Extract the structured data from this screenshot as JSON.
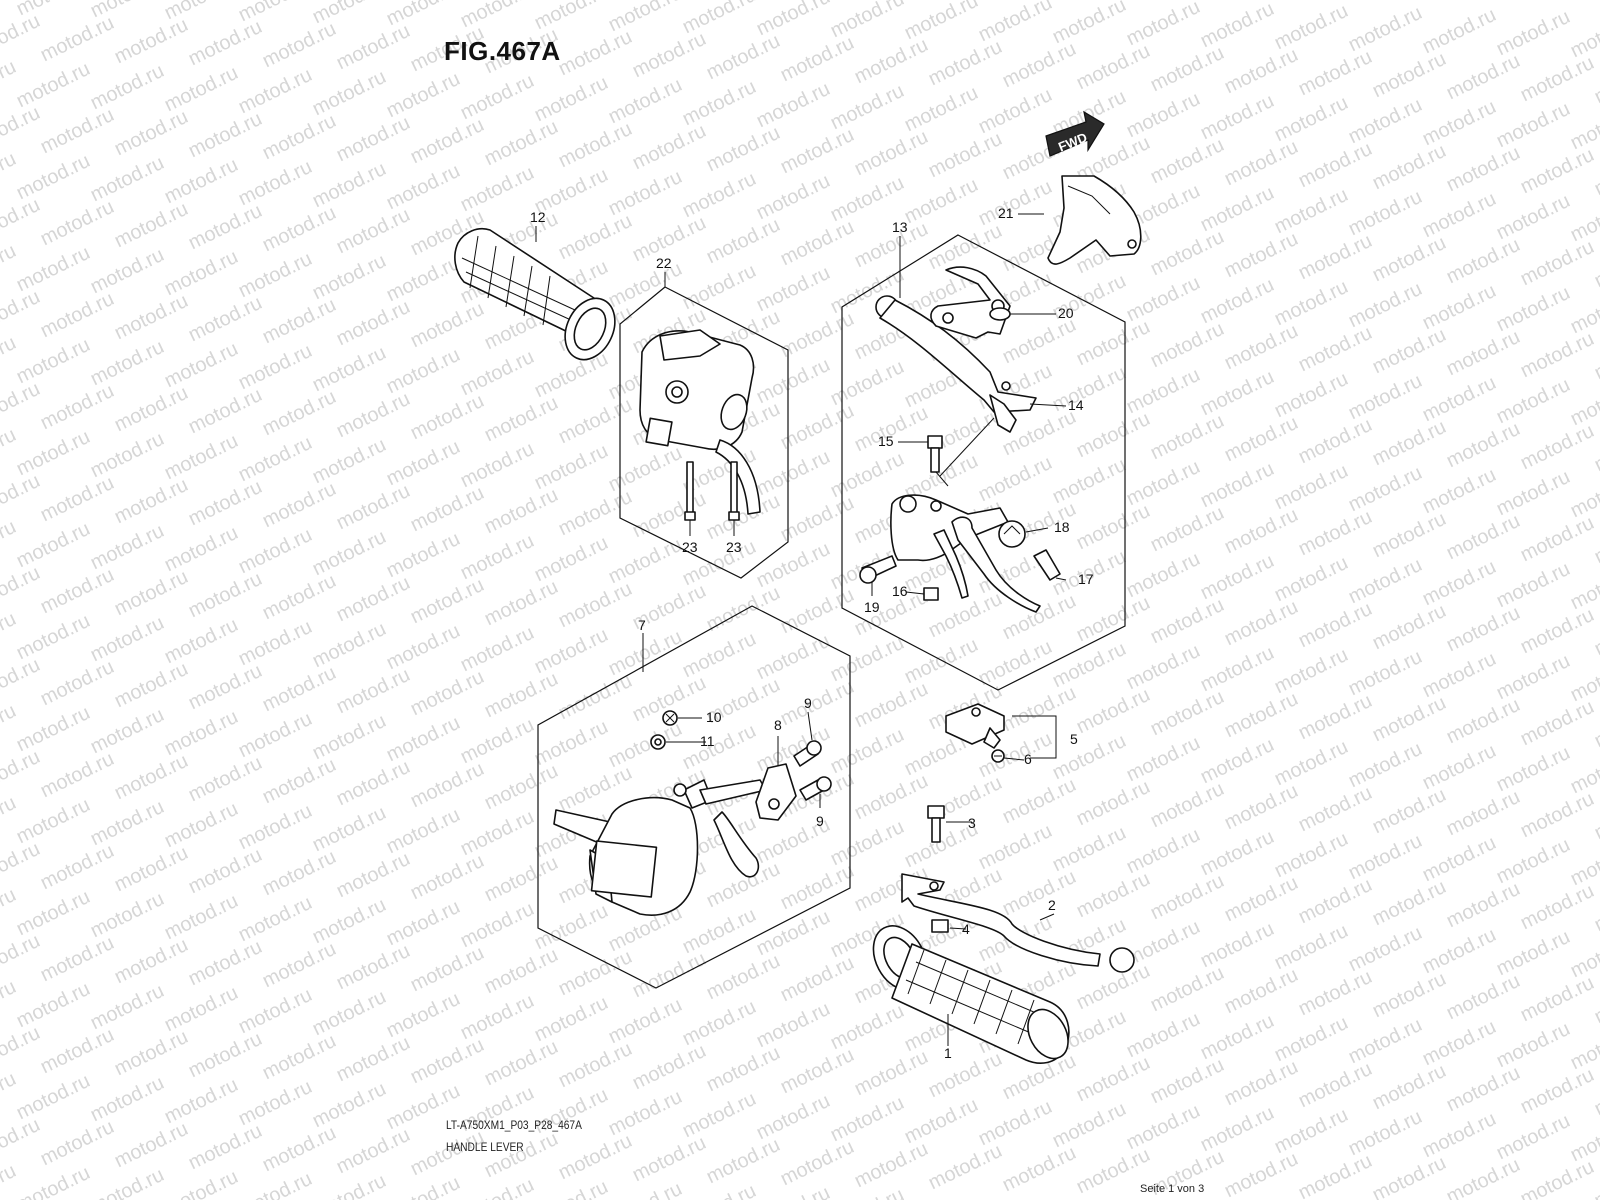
{
  "figure": {
    "title": "FIG.467A"
  },
  "watermark": {
    "text": "motod.ru",
    "color": "#d6d6d6"
  },
  "direction_badge": {
    "label": "FWD"
  },
  "callouts": [
    "1",
    "2",
    "3",
    "4",
    "5",
    "6",
    "7",
    "8",
    "9",
    "9",
    "10",
    "11",
    "12",
    "13",
    "14",
    "15",
    "16",
    "17",
    "18",
    "19",
    "20",
    "21",
    "22",
    "23",
    "23"
  ],
  "footer": {
    "code": "LT-A750XM1_P03_P28_467A",
    "name": "HANDLE LEVER",
    "page": "Seite 1 von 3"
  }
}
